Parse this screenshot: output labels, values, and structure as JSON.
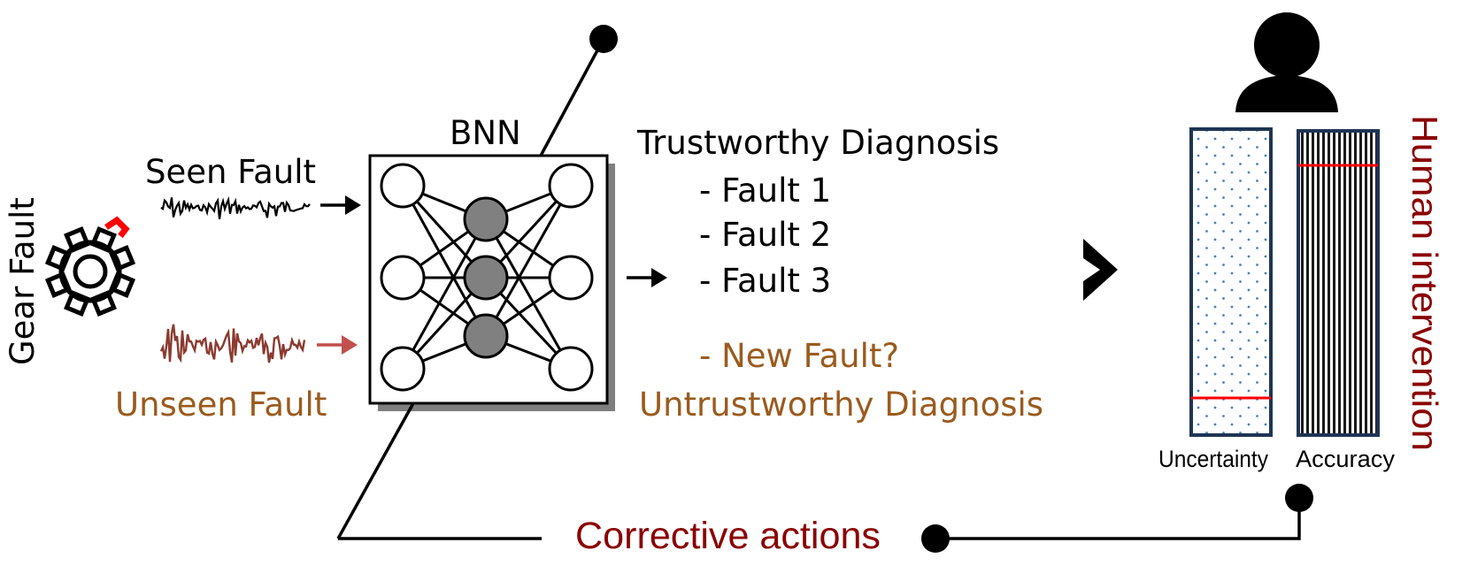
{
  "labels": {
    "gear_fault": "Gear Fault",
    "seen_fault": "Seen Fault",
    "unseen_fault": "Unseen Fault",
    "bnn": "BNN",
    "trustworthy_diagnosis": "Trustworthy Diagnosis",
    "untrustworthy_diagnosis": "Untrustworthy Diagnosis",
    "new_fault": "- New Fault?",
    "corrective_actions": "Corrective actions",
    "human_intervention": "Human intervention",
    "uncertainty": "Uncertainty",
    "accuracy": "Accuracy"
  },
  "faults": [
    "- Fault 1",
    "- Fault 2",
    "- Fault 3"
  ],
  "colors": {
    "black": "#000000",
    "unseen_brown": "#9a5b1e",
    "unseen_signal": "#8b3a2f",
    "unseen_arrow": "#c0504d",
    "dark_red": "#8b0000",
    "bar_border": "#1f3555",
    "dot_blue": "#4a7fc1",
    "threshold_red": "#ff0000",
    "hidden_node": "#808080",
    "shadow": "#7f7f7f",
    "gear_notch": "#ff0000"
  },
  "icons": [
    "gear-icon",
    "person-icon",
    "chevron-right-icon"
  ]
}
